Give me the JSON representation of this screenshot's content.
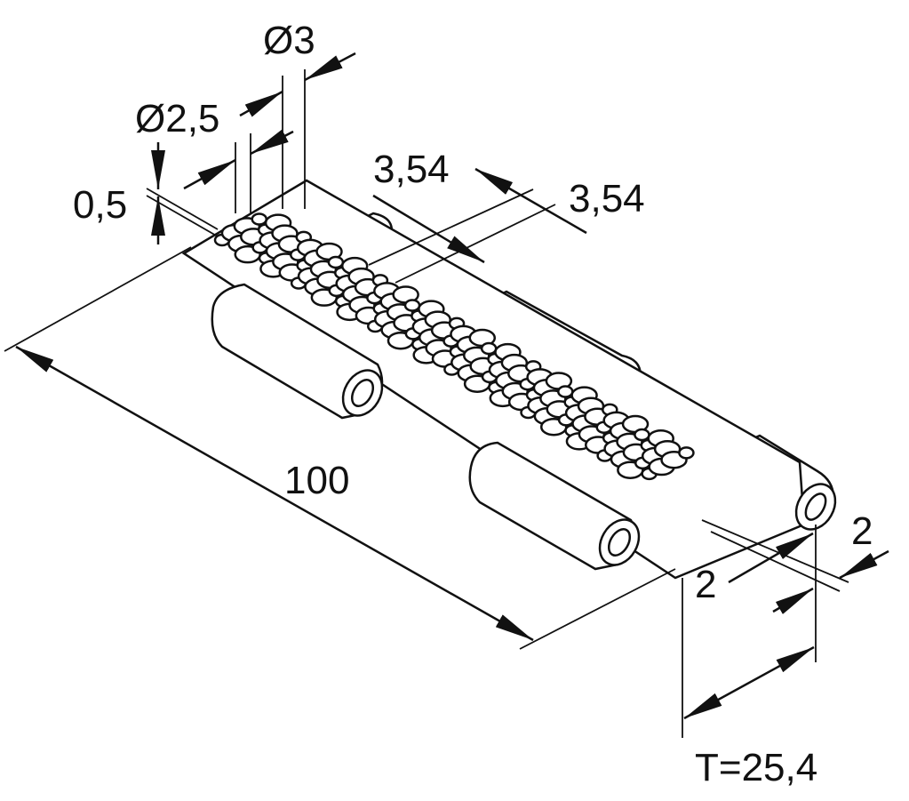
{
  "title": "Perforated hinge dimension drawing",
  "labels": {
    "hole_large": "Ø3",
    "hole_small": "Ø2,5",
    "thickness": "0,5",
    "pitch_a": "3,54",
    "pitch_b": "3,54",
    "length": "100",
    "edge_a": "2",
    "edge_b": "2",
    "width": "T=25,4"
  },
  "colors": {
    "line": "#111111",
    "background": "#ffffff"
  }
}
